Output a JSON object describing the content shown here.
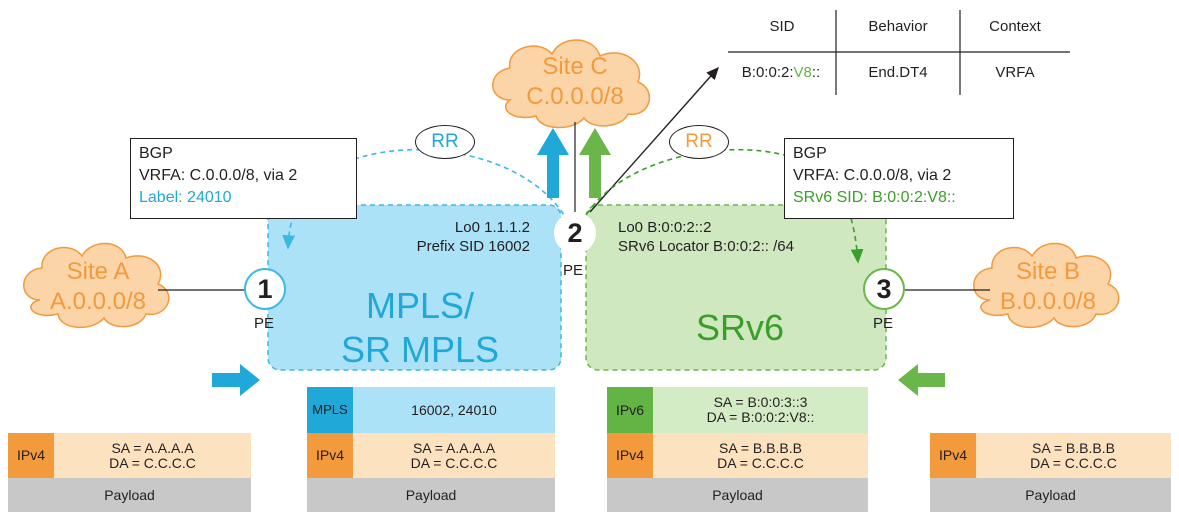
{
  "colors": {
    "mpls_region": "#abe2f7",
    "mpls_border": "#3bb8e4",
    "srv6_region": "#cfe8c0",
    "srv6_border": "#6ab64a",
    "cloud_fill": "#fbd4a8",
    "cloud_text": "#f29a3c",
    "ipv4_orange": "#f29a3c",
    "ipv4_body": "#fde2c0",
    "payload_gray": "#c8c8c8",
    "mpls_dark": "#1fa8d8",
    "ipv6_dark": "#62b445",
    "ipv6_body": "#d4ecc6",
    "green_text": "#3a9e28",
    "blue_text": "#1fa8d8"
  },
  "sites": {
    "a": {
      "name": "Site A",
      "prefix": "A.0.0.0/8"
    },
    "b": {
      "name": "Site B",
      "prefix": "B.0.0.0/8"
    },
    "c": {
      "name": "Site C",
      "prefix": "C.0.0.0/8"
    }
  },
  "nodes": {
    "n1": {
      "id": "1",
      "role": "PE"
    },
    "n2": {
      "id": "2",
      "role": "PE"
    },
    "n3": {
      "id": "3",
      "role": "PE"
    }
  },
  "regions": {
    "mpls": {
      "line1": "MPLS/",
      "line2": "SR MPLS"
    },
    "srv6": {
      "label": "SRv6"
    }
  },
  "node2_info": {
    "mpls_lo0": "Lo0 1.1.1.2",
    "mpls_prefix_sid": "Prefix SID 16002",
    "srv6_lo0": "Lo0 B:0:0:2::2",
    "srv6_locator": "SRv6 Locator B:0:0:2:: /64"
  },
  "route_reflectors": {
    "left": "RR",
    "right": "RR"
  },
  "bgp_left": {
    "line1": "BGP",
    "line2": "VRFA: C.0.0.0/8, via 2",
    "line3": "Label: 24010"
  },
  "bgp_right": {
    "line1": "BGP",
    "line2": "VRFA: C.0.0.0/8, via 2",
    "line3": "SRv6 SID: B:0:0:2:V8::"
  },
  "sid_table": {
    "headers": [
      "SID",
      "Behavior",
      "Context"
    ],
    "row": {
      "sid_prefix": "B:0:0:2:",
      "sid_func": "V8",
      "sid_suffix": "::",
      "behavior": "End.DT4",
      "context": "VRFA"
    }
  },
  "packets": {
    "p1": {
      "ipv4_label": "IPv4",
      "ipv4_sa": "SA = A.A.A.A",
      "ipv4_da": "DA = C.C.C.C",
      "payload": "Payload"
    },
    "p2": {
      "mpls_label": "MPLS",
      "mpls_stack": "16002, 24010",
      "ipv4_label": "IPv4",
      "ipv4_sa": "SA = A.A.A.A",
      "ipv4_da": "DA = C.C.C.C",
      "payload": "Payload"
    },
    "p3": {
      "ipv6_label": "IPv6",
      "ipv6_sa": "SA = B:0:0:3::3",
      "ipv6_da": "DA = B:0:0:2:V8::",
      "ipv4_label": "IPv4",
      "ipv4_sa": "SA = B.B.B.B",
      "ipv4_da": "DA = C.C.C.C",
      "payload": "Payload"
    },
    "p4": {
      "ipv4_label": "IPv4",
      "ipv4_sa": "SA = B.B.B.B",
      "ipv4_da": "DA = C.C.C.C",
      "payload": "Payload"
    }
  }
}
